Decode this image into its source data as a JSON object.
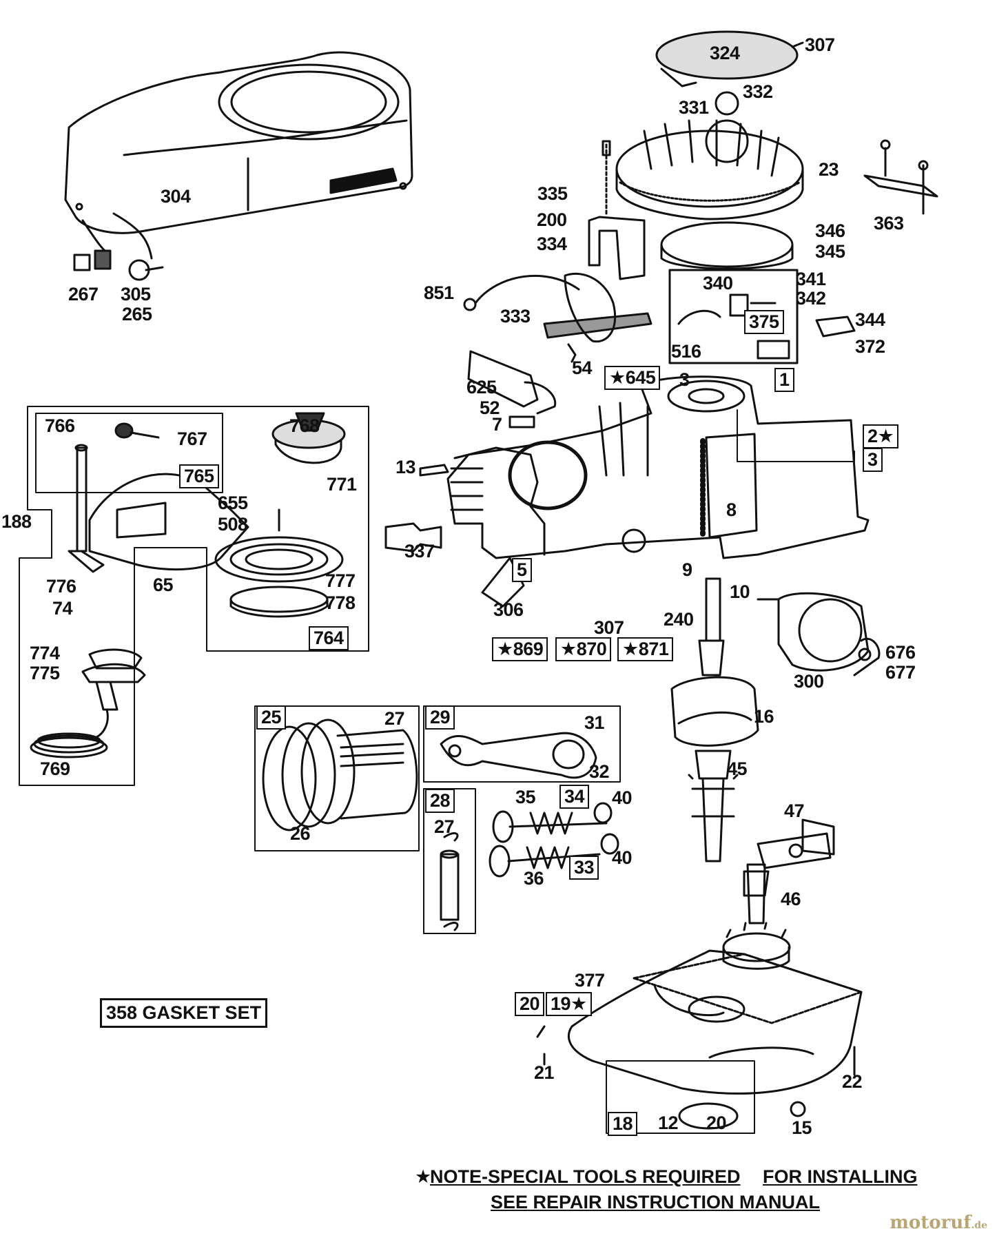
{
  "diagram": {
    "parts": [
      {
        "id": "p304",
        "label": "304"
      },
      {
        "id": "p267",
        "label": "267"
      },
      {
        "id": "p305",
        "label": "305"
      },
      {
        "id": "p265",
        "label": "265"
      },
      {
        "id": "p324",
        "label": "324"
      },
      {
        "id": "p307a",
        "label": "307"
      },
      {
        "id": "p332",
        "label": "332"
      },
      {
        "id": "p331",
        "label": "331"
      },
      {
        "id": "p23",
        "label": "23"
      },
      {
        "id": "p363",
        "label": "363"
      },
      {
        "id": "p335",
        "label": "335"
      },
      {
        "id": "p200",
        "label": "200"
      },
      {
        "id": "p334",
        "label": "334"
      },
      {
        "id": "p346",
        "label": "346"
      },
      {
        "id": "p345",
        "label": "345"
      },
      {
        "id": "p851",
        "label": "851"
      },
      {
        "id": "p333",
        "label": "333"
      },
      {
        "id": "p340",
        "label": "340"
      },
      {
        "id": "p341",
        "label": "341"
      },
      {
        "id": "p342",
        "label": "342"
      },
      {
        "id": "p344",
        "label": "344"
      },
      {
        "id": "p372",
        "label": "372"
      },
      {
        "id": "p516",
        "label": "516"
      },
      {
        "id": "p54",
        "label": "54"
      },
      {
        "id": "p625",
        "label": "625"
      },
      {
        "id": "p52",
        "label": "52"
      },
      {
        "id": "p7",
        "label": "7"
      },
      {
        "id": "p3a",
        "label": "3"
      },
      {
        "id": "p13",
        "label": "13"
      },
      {
        "id": "p337",
        "label": "337"
      },
      {
        "id": "p8",
        "label": "8"
      },
      {
        "id": "p9",
        "label": "9"
      },
      {
        "id": "p10",
        "label": "10"
      },
      {
        "id": "p306",
        "label": "306"
      },
      {
        "id": "p307b",
        "label": "307"
      },
      {
        "id": "p240",
        "label": "240"
      },
      {
        "id": "p766",
        "label": "766"
      },
      {
        "id": "p767",
        "label": "767"
      },
      {
        "id": "p768",
        "label": "768"
      },
      {
        "id": "p771",
        "label": "771"
      },
      {
        "id": "p655",
        "label": "655"
      },
      {
        "id": "p508",
        "label": "508"
      },
      {
        "id": "p188",
        "label": "188"
      },
      {
        "id": "p776",
        "label": "776"
      },
      {
        "id": "p74",
        "label": "74"
      },
      {
        "id": "p65",
        "label": "65"
      },
      {
        "id": "p777",
        "label": "777"
      },
      {
        "id": "p778",
        "label": "778"
      },
      {
        "id": "p774",
        "label": "774"
      },
      {
        "id": "p775",
        "label": "775"
      },
      {
        "id": "p769",
        "label": "769"
      },
      {
        "id": "p300",
        "label": "300"
      },
      {
        "id": "p676",
        "label": "676"
      },
      {
        "id": "p677",
        "label": "677"
      },
      {
        "id": "p16",
        "label": "16"
      },
      {
        "id": "p45",
        "label": "45"
      },
      {
        "id": "p27a",
        "label": "27"
      },
      {
        "id": "p26",
        "label": "26"
      },
      {
        "id": "p31",
        "label": "31"
      },
      {
        "id": "p32",
        "label": "32"
      },
      {
        "id": "p27b",
        "label": "27"
      },
      {
        "id": "p35",
        "label": "35"
      },
      {
        "id": "p40a",
        "label": "40"
      },
      {
        "id": "p40b",
        "label": "40"
      },
      {
        "id": "p36",
        "label": "36"
      },
      {
        "id": "p47",
        "label": "47"
      },
      {
        "id": "p46",
        "label": "46"
      },
      {
        "id": "p377",
        "label": "377"
      },
      {
        "id": "p21",
        "label": "21"
      },
      {
        "id": "p22",
        "label": "22"
      },
      {
        "id": "p15",
        "label": "15"
      },
      {
        "id": "p12",
        "label": "12"
      },
      {
        "id": "p20b",
        "label": "20"
      }
    ],
    "boxed_labels": [
      {
        "id": "b645",
        "label": "★645"
      },
      {
        "id": "b1",
        "label": "1"
      },
      {
        "id": "b375",
        "label": "375"
      },
      {
        "id": "b2",
        "label": "2★"
      },
      {
        "id": "b3",
        "label": "3"
      },
      {
        "id": "b765",
        "label": "765"
      },
      {
        "id": "b764",
        "label": "764"
      },
      {
        "id": "b5",
        "label": "5"
      },
      {
        "id": "b869",
        "label": "★869"
      },
      {
        "id": "b870",
        "label": "★870"
      },
      {
        "id": "b871",
        "label": "★871"
      },
      {
        "id": "b25",
        "label": "25"
      },
      {
        "id": "b29",
        "label": "29"
      },
      {
        "id": "b28",
        "label": "28"
      },
      {
        "id": "b34",
        "label": "34"
      },
      {
        "id": "b33",
        "label": "33"
      },
      {
        "id": "b20",
        "label": "20"
      },
      {
        "id": "b19",
        "label": "19★"
      },
      {
        "id": "b18",
        "label": "18"
      }
    ],
    "gasket_set": "358 GASKET SET",
    "note_line1_star": "★",
    "note_line1": "NOTE-SPECIAL TOOLS REQUIRED",
    "note_line1b": "FOR INSTALLING",
    "note_line2": "SEE REPAIR INSTRUCTION MANUAL",
    "watermark": "motoruf",
    "watermark_suffix": ".de"
  }
}
